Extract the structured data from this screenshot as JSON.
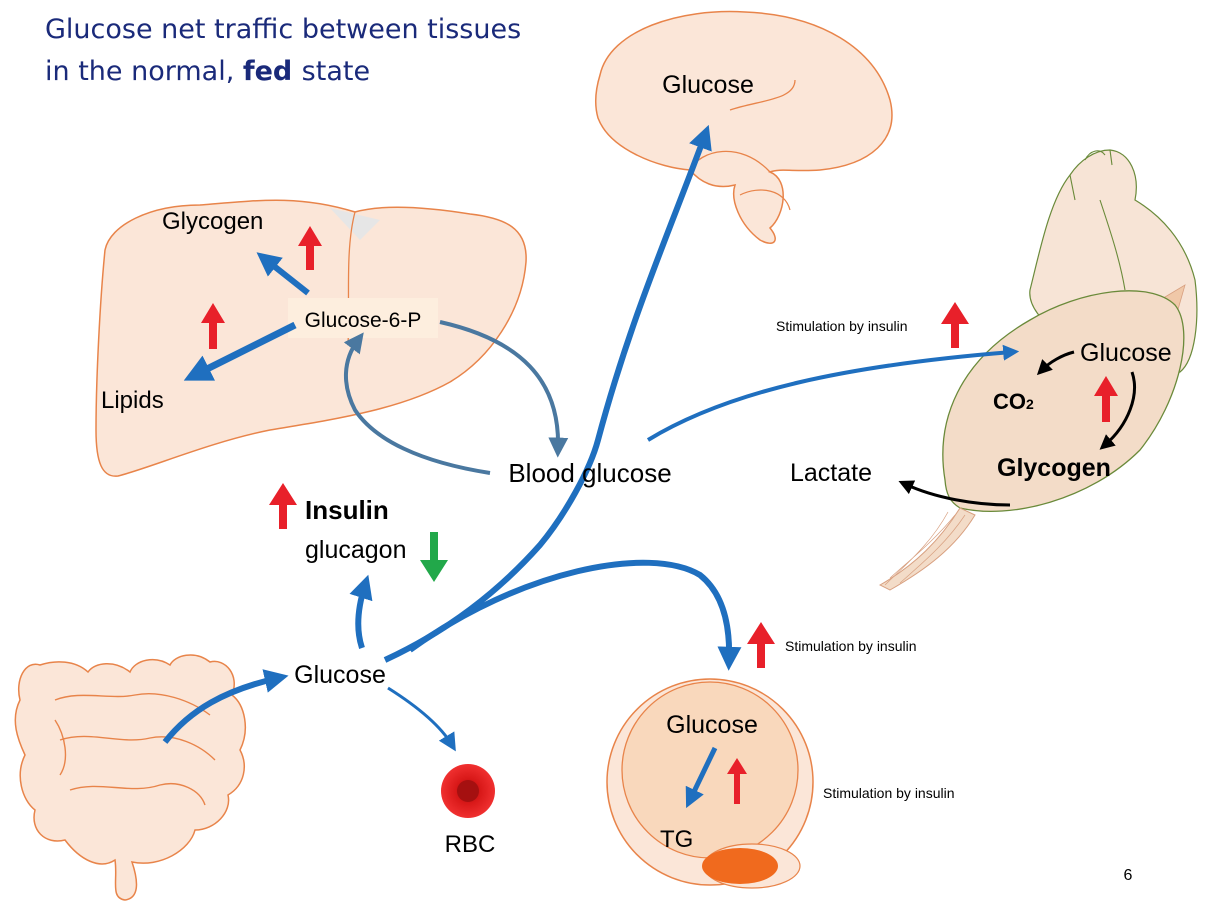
{
  "title": {
    "line1": "Glucose net traffic between tissues",
    "line2_prefix": "in the normal,",
    "line2_bold": "fed",
    "line2_suffix": "state"
  },
  "liver": {
    "glycogen": "Glycogen",
    "g6p": "Glucose-6-P",
    "lipids": "Lipids"
  },
  "brain": {
    "glucose": "Glucose"
  },
  "muscle": {
    "stimulation": "Stimulation by insulin",
    "glucose": "Glucose",
    "co2_main": "CO",
    "co2_sub": "2",
    "glycogen": "Glycogen",
    "lactate": "Lactate"
  },
  "blood_glucose": "Blood glucose",
  "hormones": {
    "insulin": "Insulin",
    "glucagon": "glucagon"
  },
  "gut": {
    "glucose": "Glucose"
  },
  "rbc": "RBC",
  "adipose": {
    "stimulation_top": "Stimulation by insulin",
    "stimulation_right": "Stimulation by insulin",
    "glucose": "Glucose",
    "tg": "TG"
  },
  "page_number": "6",
  "colors": {
    "title": "#1a2a7a",
    "flow_blue": "#1f6fbf",
    "liver_arrow": "#4a78a0",
    "up_red": "#e8202a",
    "down_green": "#22a84a",
    "organ_fill": "#fbe6d8",
    "organ_outline": "#e8844a"
  }
}
